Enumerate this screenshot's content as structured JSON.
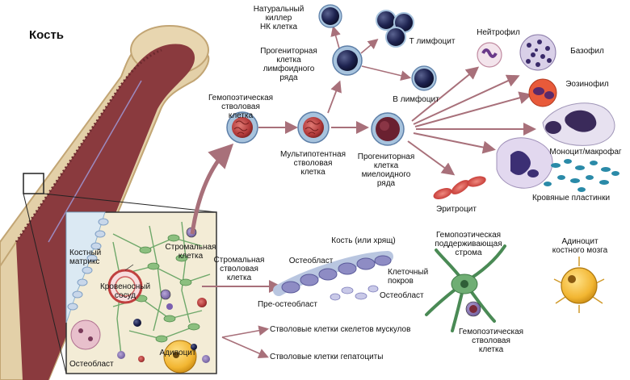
{
  "title": "Кость",
  "labels": {
    "nk": "Натуральный\nкиллер\nНК клетка",
    "t_lymph": "Т лимфоцит",
    "lymphoid_prog": "Прогениторная\nклетка\nлимфоидного\nряда",
    "b_lymph": "В лимфоцит",
    "neutrophil": "Нейтрофил",
    "basophil": "Базофил",
    "eosinophil": "Эозинофил",
    "hsc": "Гемопоэтическая\nстволовая\nклетка",
    "multipotent": "Мультипотентная\nстволовая\nклетка",
    "myeloid_prog": "Прогениторная\nклетка\nмиелоидного\nряда",
    "monocyte": "Моноцит/макрофаг",
    "platelets": "Кровяные пластинки",
    "erythrocyte": "Эритроцит",
    "bone_matrix": "Костный\nматрикс",
    "stromal_cell": "Стромальная\nклетка",
    "blood_vessel": "Кровеносный\nсосуд",
    "osteoblast_inset": "Остеобласт",
    "adipocyte_inset": "Адипоцит",
    "stromal_stem": "Стромальная\nстволовая\nклетка",
    "bone_cartilage": "Кость (или хрящ)",
    "osteoblast_mid": "Остеобласт",
    "cell_cover": "Клеточный\nпокров",
    "osteoblast_right": "Остеобласт",
    "pre_osteoblast": "Пре-остеобласт",
    "hsupport_stroma": "Гемопоэтическая\nподдерживающая\nстрома",
    "adipocyte_bm": "Адиноцит\nкостного мозга",
    "hsc_bottom": "Гемопоэтическая\nстволовая\nклетка",
    "muscle_stem": "Стволовые клетки скелетов мускулов",
    "hepatocyte_stem": "Стволовые клетки гепатоциты"
  },
  "colors": {
    "bone_outer": "#d9c29a",
    "marrow": "#8a3a3e",
    "arrow": "#a8707a",
    "cell_dark": "#1e2350",
    "cell_red": "#c0403f",
    "stroma_green": "#6fa86a",
    "fat_yellow": "#f2b632"
  }
}
